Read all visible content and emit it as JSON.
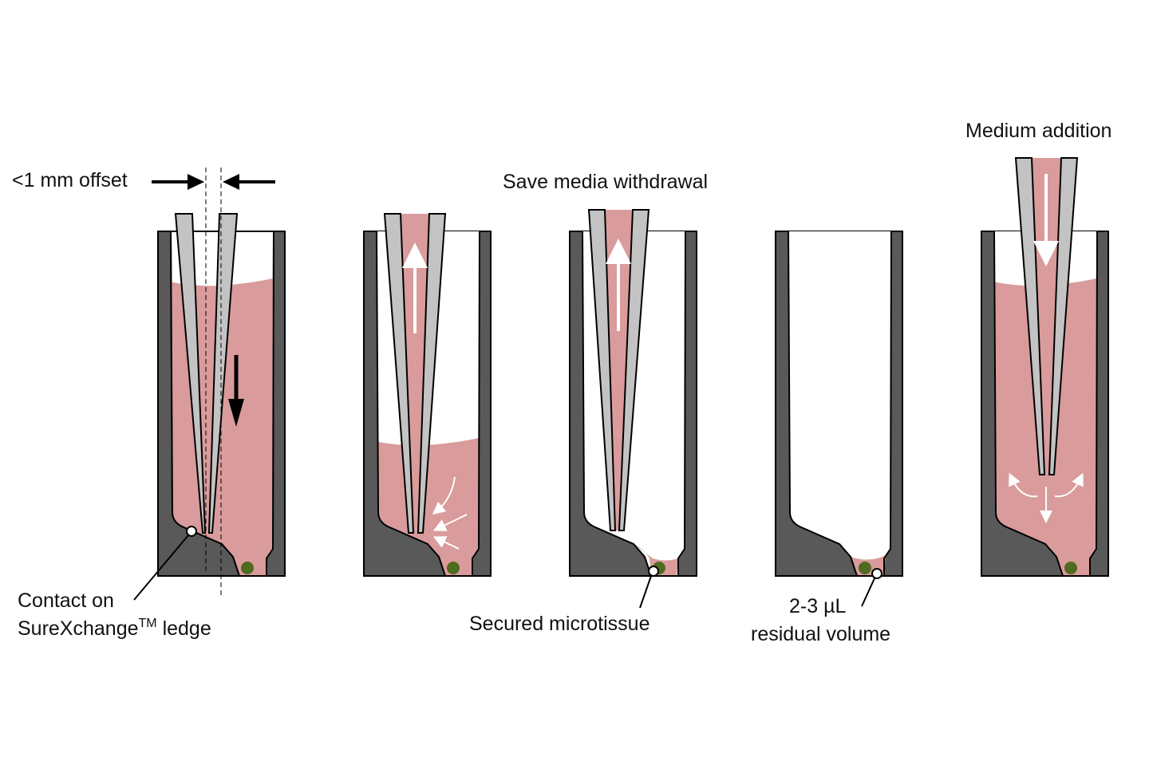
{
  "labels": {
    "offset": "<1 mm offset",
    "save_withdrawal": "Save media withdrawal",
    "medium_addition": "Medium addition",
    "contact_line1": "Contact on",
    "contact_line2": "SureXchange",
    "contact_tm": "TM",
    "contact_line2b": " ledge",
    "secured": "Secured microtissue",
    "residual_line1": "2-3 µL",
    "residual_line2": "residual volume"
  },
  "colors": {
    "wall": "#595959",
    "medium": "#d99b9b",
    "tip": "#c3c3c3",
    "tissue": "#4e6b1f"
  }
}
